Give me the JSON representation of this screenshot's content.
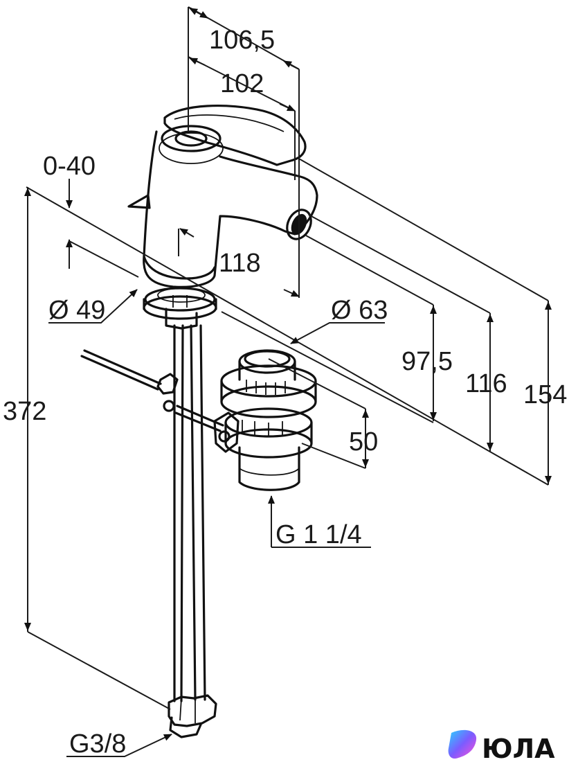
{
  "dimensions": {
    "d_106_5": "106,5",
    "d_102": "102",
    "d_0_40": "0-40",
    "d_118": "118",
    "d_phi49": "Ø 49",
    "d_phi63": "Ø 63",
    "d_97_5": "97,5",
    "d_116": "116",
    "d_154": "154",
    "d_372": "372",
    "d_50": "50",
    "d_g1_1_4": "G 1 1/4",
    "d_g3_8": "G3/8"
  },
  "logo": {
    "name": "ЮЛА",
    "gradient": [
      "#2ad1ff",
      "#7b5cff",
      "#ff4fd8"
    ]
  },
  "colors": {
    "line": "#1a1a1a",
    "background": "#ffffff"
  }
}
